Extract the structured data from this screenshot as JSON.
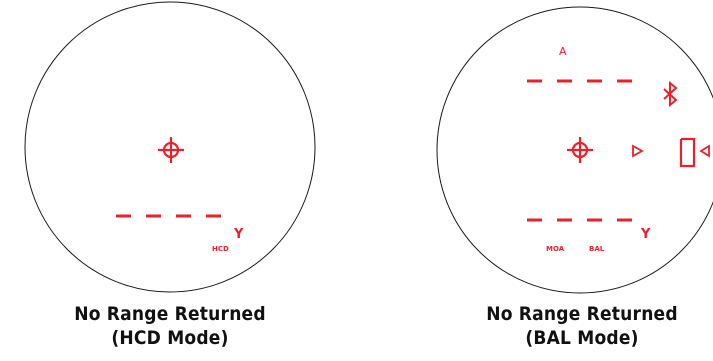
{
  "colors": {
    "reticle": "#e8212b",
    "outline": "#1a1a1a",
    "caption": "#111111"
  },
  "panels": {
    "hcd": {
      "unit_label": "Y",
      "mode_label": "HCD",
      "caption_line1": "No Range Returned",
      "caption_line2": "(HCD Mode)"
    },
    "bal": {
      "indicator_label": "A",
      "unit_label": "Y",
      "moa_label": "MOA",
      "bal_label": "BAL",
      "caption_line1": "No Range Returned",
      "caption_line2": "(BAL Mode)"
    }
  },
  "icons": {
    "crosshair": "crosshair-icon",
    "bluetooth": "bluetooth-icon",
    "arrow_right": "triangle-right-icon",
    "arrow_left": "triangle-left-icon",
    "segment_digit": "seven-segment-digit-icon"
  }
}
